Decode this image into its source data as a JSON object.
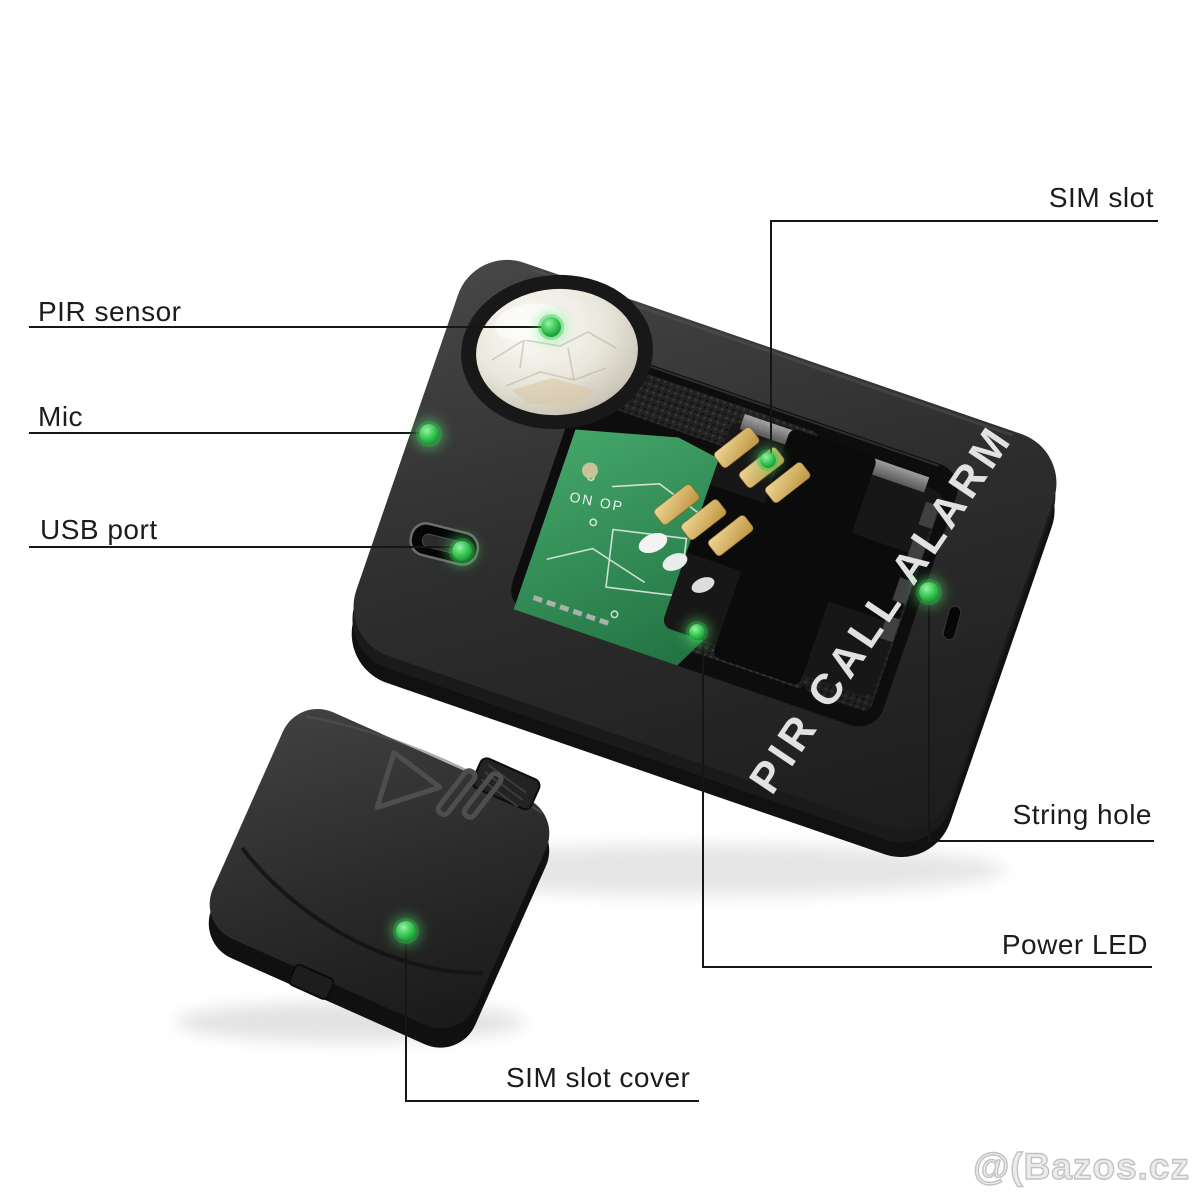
{
  "labels": {
    "pir_sensor": "PIR sensor",
    "mic": "Mic",
    "usb_port": "USB port",
    "sim_slot": "SIM slot",
    "string_hole": "String hole",
    "power_led": "Power LED",
    "sim_slot_cover": "SIM slot cover"
  },
  "device": {
    "side_text": "PIR CALL ALARM",
    "pcb_silkscreen": "ON OP"
  },
  "watermark": {
    "text": "@(Bazos.cz"
  },
  "colors": {
    "marker_green": "#2fbf4b",
    "label_text": "#1c1c1c",
    "callout_line": "#161616",
    "device_body": "#2e2e2e",
    "pcb_green": "#2f8a52",
    "pir_dome": "#eceadf",
    "contact_gold": "#d8b867",
    "watermark_gray": "#c2c2c2"
  }
}
